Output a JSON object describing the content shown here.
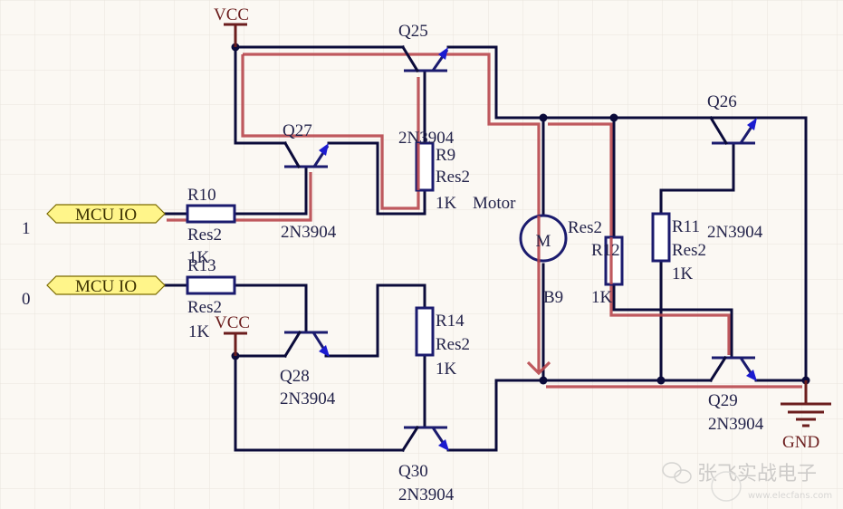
{
  "diagram": {
    "title": "H-bridge motor driver schematic",
    "power": {
      "vcc_label": "VCC",
      "gnd_label": "GND"
    },
    "ports": [
      {
        "label": "MCU IO",
        "net": "1"
      },
      {
        "label": "MCU IO",
        "net": "0"
      }
    ],
    "transistors": [
      {
        "ref": "Q25",
        "part": "2N3904"
      },
      {
        "ref": "Q26",
        "part": "2N3904"
      },
      {
        "ref": "Q27",
        "part": "2N3904"
      },
      {
        "ref": "Q28",
        "part": "2N3904"
      },
      {
        "ref": "Q29",
        "part": "2N3904"
      },
      {
        "ref": "Q30",
        "part": "2N3904"
      }
    ],
    "resistors": [
      {
        "ref": "R9",
        "type": "Res2",
        "value": "1K"
      },
      {
        "ref": "R10",
        "type": "Res2",
        "value": "1K"
      },
      {
        "ref": "R11",
        "type": "Res2",
        "value": "1K"
      },
      {
        "ref": "R12",
        "type": "Res2",
        "value": "1K"
      },
      {
        "ref": "R13",
        "type": "Res2",
        "value": "1K"
      },
      {
        "ref": "R14",
        "type": "Res2",
        "value": "1K"
      }
    ],
    "motor": {
      "label": "Motor",
      "ref": "B9",
      "symbol": "M"
    },
    "colors": {
      "wire": "#0b0b3a",
      "current_path": "#b8474e",
      "power": "#6b1d1d",
      "port_fill": "#fff58a"
    },
    "watermark": {
      "text": "张飞实战电子",
      "url": "www.elecfans.com"
    }
  }
}
